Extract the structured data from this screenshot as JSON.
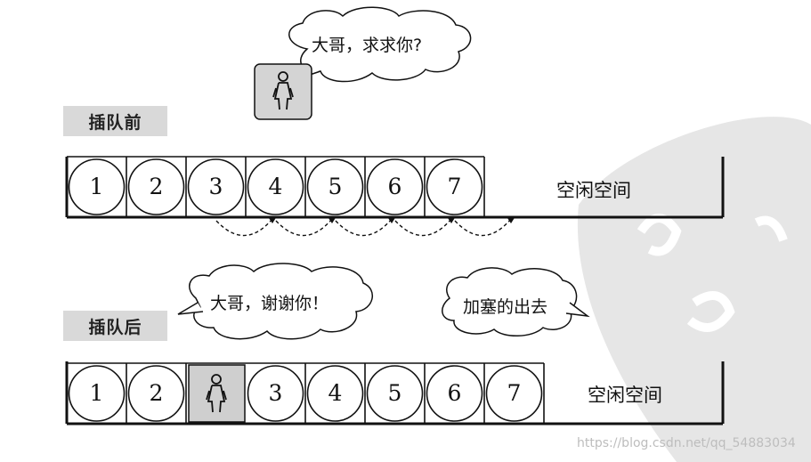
{
  "before": {
    "label": "插队前",
    "bubble_text": "大哥，求求你?",
    "cells": [
      "1",
      "2",
      "3",
      "4",
      "5",
      "6",
      "7"
    ],
    "free_text": "空闲空间"
  },
  "after": {
    "label": "插队后",
    "bubble_thanks": "大哥，谢谢你！",
    "bubble_cost": "加塞的出去",
    "cells": [
      "1",
      "2",
      "3",
      "4",
      "5",
      "6",
      "7"
    ],
    "free_text": "空闲空间"
  },
  "watermark": "https://blog.csdn.net/qq_54883034",
  "icons": {
    "person": "person-icon",
    "arrow": "shift-arrow"
  }
}
